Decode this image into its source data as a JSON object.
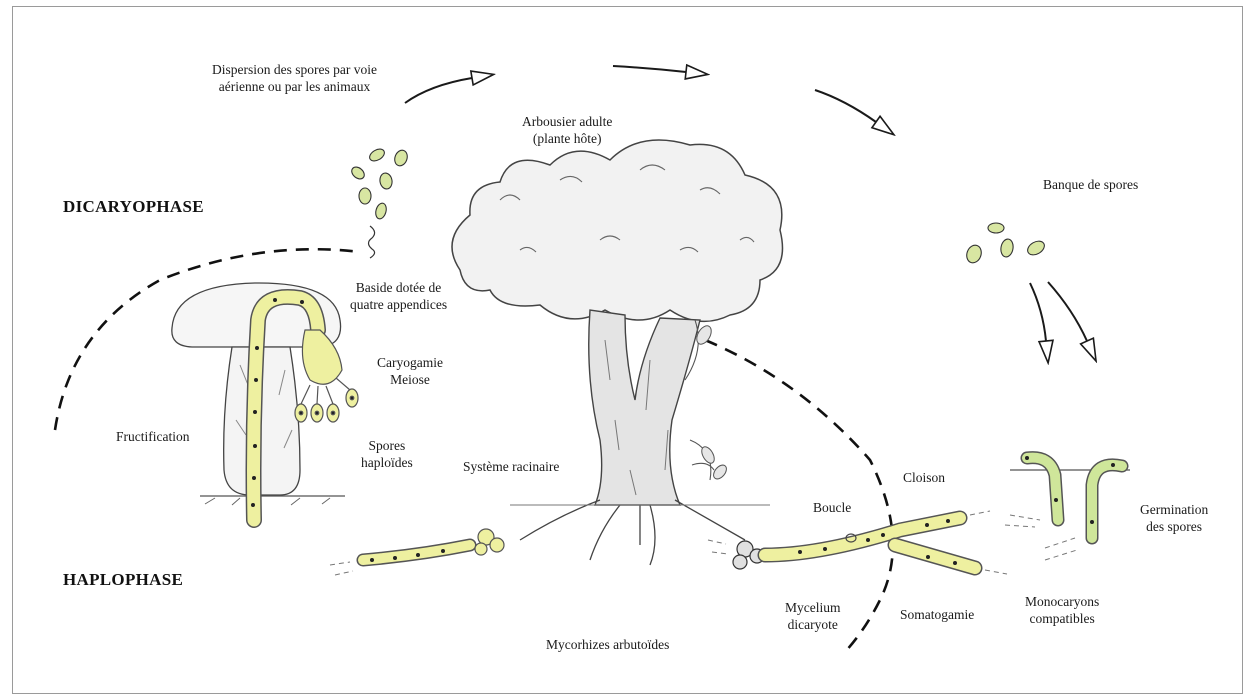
{
  "phases": {
    "dicaryo": "DICARYOPHASE",
    "haplo": "HAPLOPHASE"
  },
  "labels": {
    "dispersion_1": "Dispersion des spores par voie",
    "dispersion_2": "aérienne ou par les animaux",
    "arbousier_1": "Arbousier adulte",
    "arbousier_2": "(plante hôte)",
    "banque": "Banque de spores",
    "baside_1": "Baside dotée de",
    "baside_2": "quatre appendices",
    "caryogamie_1": "Caryogamie",
    "caryogamie_2": "Meiose",
    "fructification": "Fructification",
    "spores_1": "Spores",
    "spores_2": "haploïdes",
    "racinaire": "Système racinaire",
    "cloison": "Cloison",
    "boucle": "Boucle",
    "germination_1": "Germination",
    "germination_2": "des spores",
    "mycelium_1": "Mycelium",
    "mycelium_2": "dicaryote",
    "somatogamie": "Somatogamie",
    "monocaryons_1": "Monocaryons",
    "monocaryons_2": "compatibles",
    "mycorhizes": "Mycorhizes arbutoïdes"
  },
  "colors": {
    "hypha_fill": "#eef0a0",
    "spore_fill": "#d8e6a2",
    "germ_fill": "#cfe69a",
    "ink": "#1a1a1a",
    "frame": "#9a9a9a"
  }
}
